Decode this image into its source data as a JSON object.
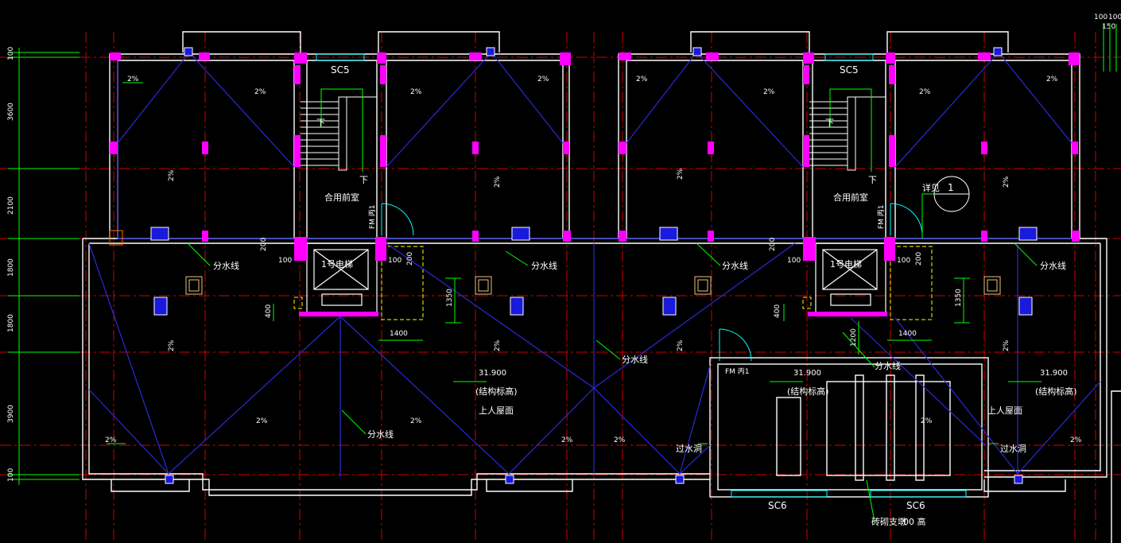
{
  "colors": {
    "background": "#000000",
    "axis": "#e00000",
    "wall": "#ffffff",
    "column": "#ff00ff",
    "drain_line": "#2a2ad8",
    "dimension": "#00ff00",
    "label": "#ffffff",
    "annotation": "#ffff00",
    "door": "#00ffff"
  },
  "dimensions_left": [
    "100",
    "3600",
    "2100",
    "1800",
    "1800",
    "3900",
    "100"
  ],
  "dimensions_topright": [
    "100",
    "100",
    "150"
  ],
  "window_labels": [
    "SC5",
    "SC5",
    "SC6",
    "SC6"
  ],
  "room_labels": [
    "合用前室",
    "合用前室"
  ],
  "stair_down": [
    "下",
    "下",
    "下",
    "下"
  ],
  "elevator_labels": [
    "1号电梯",
    "1号电梯"
  ],
  "fire_door_labels": [
    "FM 丙1",
    "FM 丙1",
    "FM 丙1"
  ],
  "divide_line_label": "分水线",
  "slope": "2%",
  "roof_elevation": "31.900",
  "structural_level": "(结构标高)",
  "roof_type": "上人屋面",
  "overflow_hole": "过水洞",
  "detail_ref": "详见",
  "detail_number": "1",
  "small_dims": [
    "200",
    "100",
    "400",
    "1350",
    "1400",
    "1200",
    "100",
    "200"
  ],
  "brick_support": "砖砌支墩",
  "brick_height": "00 高"
}
